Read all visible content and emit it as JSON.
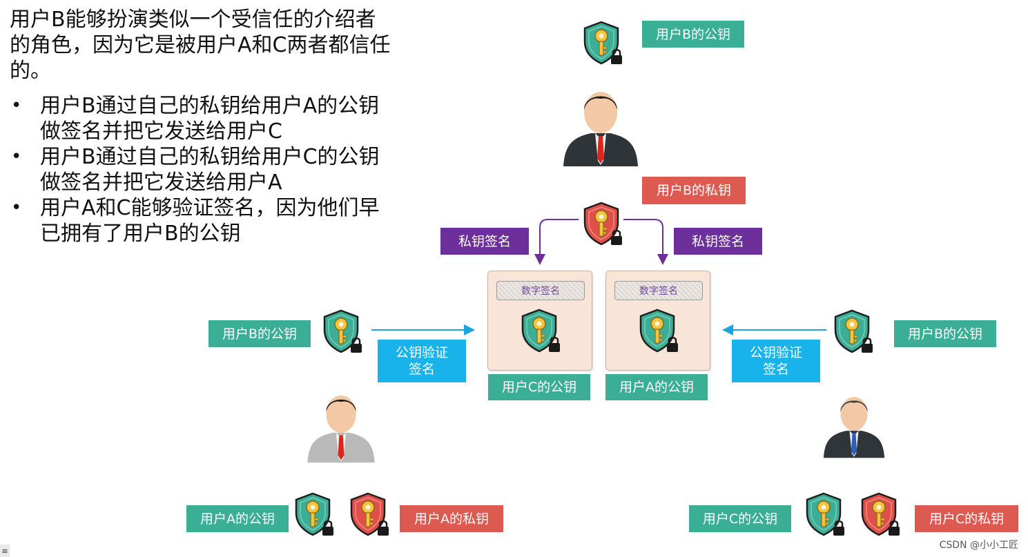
{
  "intro": "用户B能够扮演类似一个受信任的介绍者的角色，因为它是被用户A和C两者都信任的。",
  "bullets": [
    "用户B通过自己的私钥给用户A的公钥做签名并把它发送给用户C",
    "用户B通过自己的私钥给用户C的公钥做签名并把它发送给用户A",
    "用户A和C能够验证签名，因为他们早已拥有了用户B的公钥"
  ],
  "labels": {
    "b_public_top": "用户B的公钥",
    "b_private": "用户B的私钥",
    "sign_left": "私钥签名",
    "sign_right": "私钥签名",
    "digital_sig_left": "数字签名",
    "digital_sig_right": "数字签名",
    "c_public_doc": "用户C的公钥",
    "a_public_doc": "用户A的公钥",
    "b_public_left": "用户B的公钥",
    "b_public_right": "用户B的公钥",
    "verify_left": "公钥验证\n签名",
    "verify_right": "公钥验证\n签名",
    "a_public": "用户A的公钥",
    "a_private": "用户A的私钥",
    "c_public": "用户C的公钥",
    "c_private": "用户C的私钥"
  },
  "watermark": "CSDN @小小工匠",
  "colors": {
    "teal": "#3bae96",
    "red": "#dc5a4f",
    "purple": "#6d2f99",
    "cyan": "#19b3eb",
    "arrow_blue": "#19a6e0"
  },
  "icons": {
    "public_key": "green-shield-key-lock-icon",
    "private_key": "red-shield-key-lock-icon",
    "user": "businessman-icon"
  }
}
